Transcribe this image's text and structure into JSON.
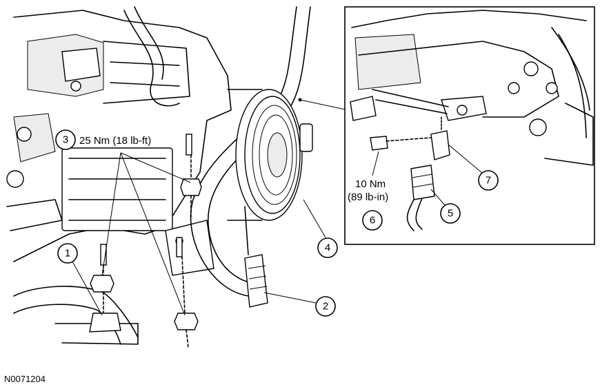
{
  "callouts": {
    "c1": "1",
    "c2": "2",
    "c3": "3",
    "c4": "4",
    "c5": "5",
    "c6": "6",
    "c7": "7"
  },
  "torque_main": "25 Nm (18 lb-ft)",
  "torque_detail_line1": "10 Nm",
  "torque_detail_line2": "(89 lb-in)",
  "figure_id": "N0071204"
}
